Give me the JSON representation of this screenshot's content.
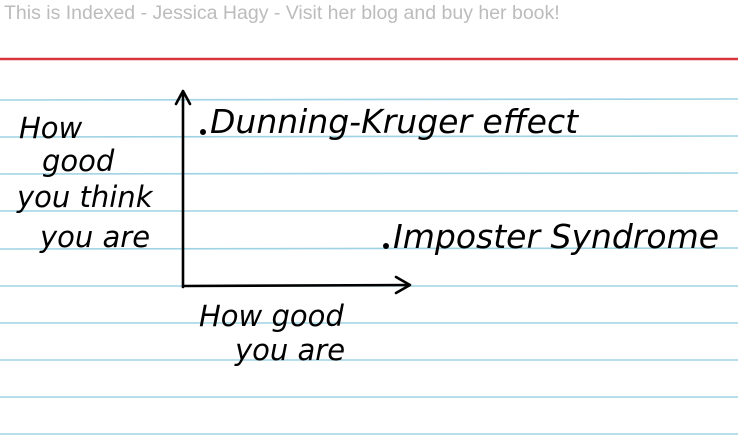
{
  "caption": "This is Indexed - Jessica Hagy - Visit her blog and buy her book!",
  "colors": {
    "paper": "#ffffff",
    "margin_line": "#d9373f",
    "ruled_line": "#9fd3e3",
    "ink": "#000000",
    "caption_text": "#bcbcbc"
  },
  "diagram": {
    "y_axis_label": [
      "How",
      "good",
      "you think",
      "you are"
    ],
    "x_axis_label": [
      "How good",
      "you are"
    ],
    "points": [
      {
        "label": "Dunning-Kruger effect"
      },
      {
        "label": "Imposter Syndrome"
      }
    ]
  }
}
